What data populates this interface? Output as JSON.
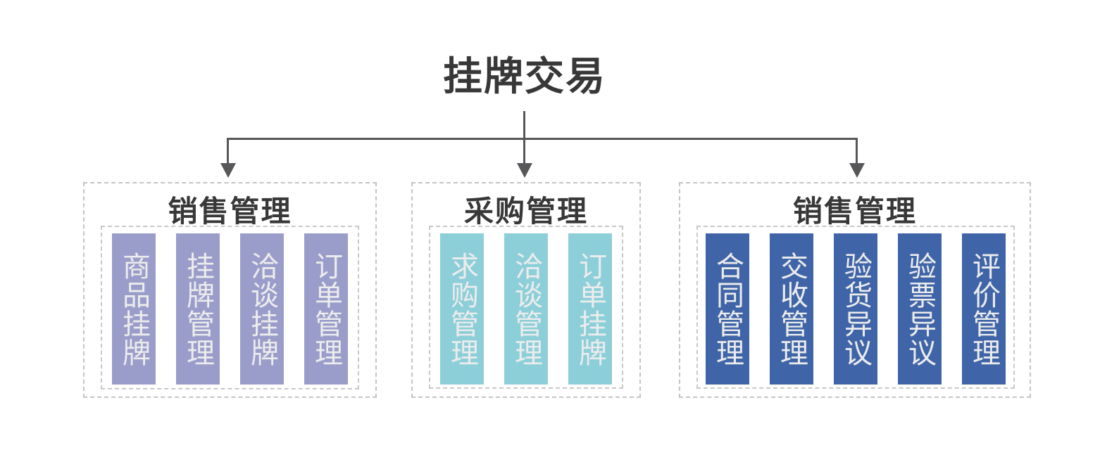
{
  "title": "挂牌交易",
  "colors": {
    "connector_line": "#57575a",
    "dashed_border": "#c4c4c4",
    "heading_text": "#383838",
    "bar_text": "#ececec",
    "sales_listing_purple": "#9a9dca",
    "purchase_teal": "#8ccfd9",
    "sales_blue": "#3f65a8"
  },
  "groups": [
    {
      "title": "销售管理",
      "color": "#9a9dca",
      "items": [
        "商品挂牌",
        "挂牌管理",
        "洽谈挂牌",
        "订单管理"
      ]
    },
    {
      "title": "采购管理",
      "color": "#8ccfd9",
      "items": [
        "求购管理",
        "洽谈管理",
        "订单挂牌"
      ]
    },
    {
      "title": "销售管理",
      "color": "#3f65a8",
      "items": [
        "合同管理",
        "交收管理",
        "验货异议",
        "验票异议",
        "评价管理"
      ]
    }
  ]
}
